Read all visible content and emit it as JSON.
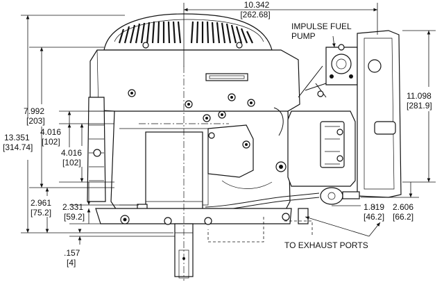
{
  "dimensions": {
    "top_width": {
      "in": "10.342",
      "mm": "[262.68]"
    },
    "overall_height": {
      "in": "13.351",
      "mm": "[314.74]"
    },
    "upper_height": {
      "in": "7.992",
      "mm": "[203]"
    },
    "mid_height_a": {
      "in": "4.016",
      "mm": "[102]"
    },
    "mid_height_b": {
      "in": "4.016",
      "mm": "[102]"
    },
    "lower_left": {
      "in": "2.961",
      "mm": "[75.2]"
    },
    "lower_mid": {
      "in": "2.331",
      "mm": "[59.2]"
    },
    "shaft_offset": {
      "in": ".157",
      "mm": "[4]"
    },
    "right_height": {
      "in": "11.098",
      "mm": "[281.9]"
    },
    "exhaust_a": {
      "in": "1.819",
      "mm": "[46.2]"
    },
    "exhaust_b": {
      "in": "2.606",
      "mm": "[66.2]"
    }
  },
  "labels": {
    "fuel_pump_line1": "IMPULSE FUEL",
    "fuel_pump_line2": "PUMP",
    "exhaust_ports": "TO EXHAUST PORTS"
  }
}
